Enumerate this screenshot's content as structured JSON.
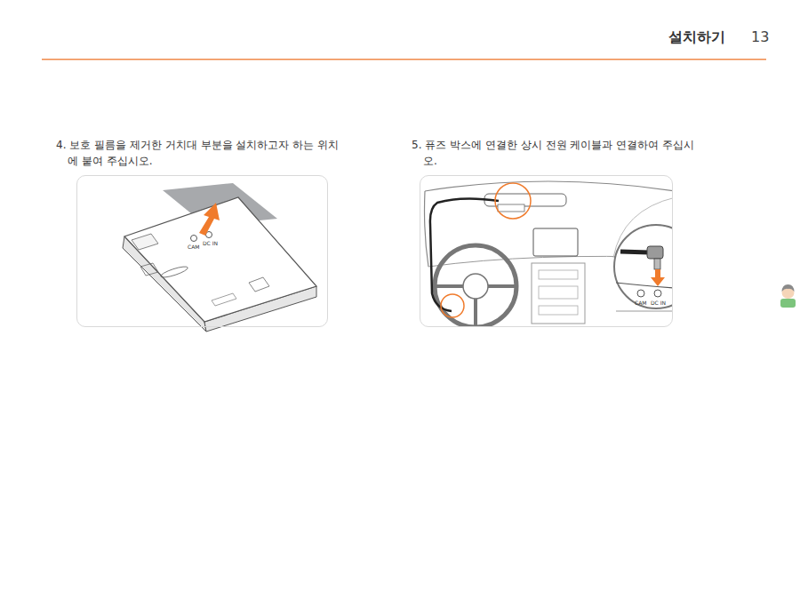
{
  "diagram": {
    "title": "설치하기",
    "nodes": [
      {
        "text": [
          "4. 보호 필름을 제거한 거치대 부분을 설치하고자 하는 위치에 붙여 주십시오."
        ]
      },
      {
        "text": [
          "5. 퓨즈 박스에 연결한 상시 전원 케이블과 연결하여 주십시오."
        ]
      }
    ],
    "labels": [
      "13",
      "CAM",
      "DC IN",
      "CAM",
      "DC IN"
    ]
  }
}
